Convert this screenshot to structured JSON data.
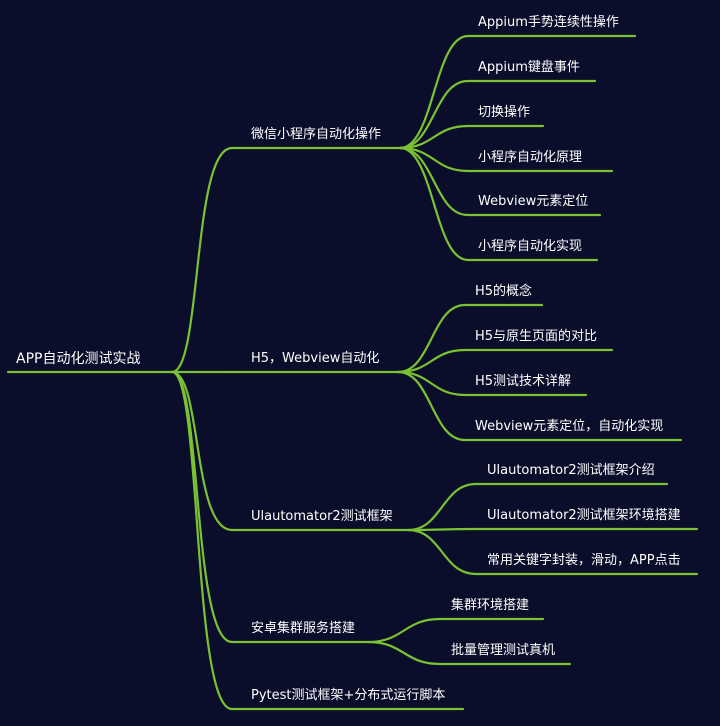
{
  "root": "APP自动化测试实战",
  "branches": [
    {
      "label": "微信小程序自动化操作",
      "children": [
        "Appium手势连续性操作",
        "Appium键盘事件",
        "切换操作",
        "小程序自动化原理",
        "Webview元素定位",
        "小程序自动化实现"
      ]
    },
    {
      "label": "H5，Webview自动化",
      "children": [
        "H5的概念",
        "H5与原生页面的对比",
        "H5测试技术详解",
        "Webview元素定位，自动化实现"
      ]
    },
    {
      "label": "Ulautomator2测试框架",
      "children": [
        "Ulautomator2测试框架介绍",
        "Ulautomator2测试框架环境搭建",
        "常用关键字封装，滑动，APP点击"
      ]
    },
    {
      "label": "安卓集群服务搭建",
      "children": [
        "集群环境搭建",
        "批量管理测试真机"
      ]
    },
    {
      "label": "Pytest测试框架+分布式运行脚本",
      "children": []
    }
  ],
  "colors": {
    "background": "#0b0e2a",
    "edge": "#7ac231",
    "text": "#ffffff"
  }
}
